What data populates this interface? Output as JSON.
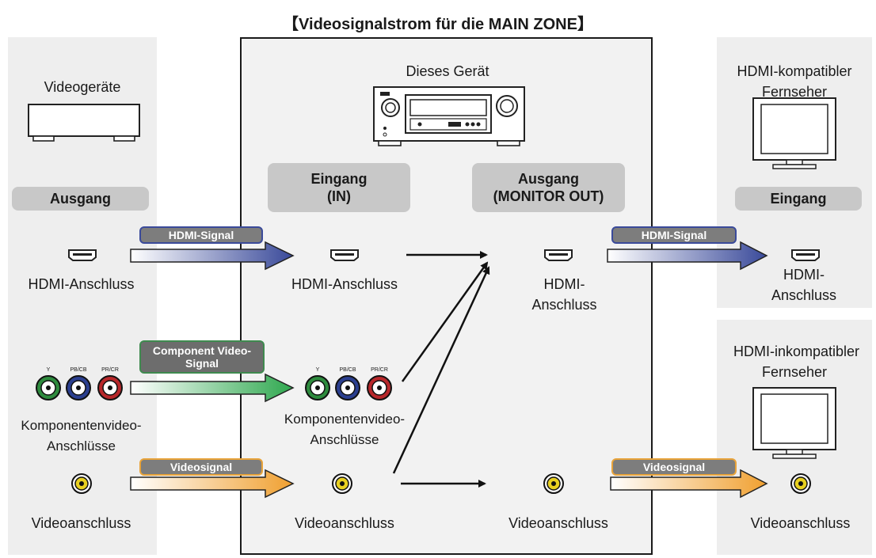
{
  "title": "【Videosignalstrom für die MAIN ZONE】",
  "left": {
    "device_label": "Videogeräte",
    "port_group_label": "Ausgang",
    "hdmi_label": "HDMI-Anschluss",
    "component_label_1": "Komponentenvideo-",
    "component_label_2": "Anschlüsse",
    "video_label": "Videoanschluss"
  },
  "center": {
    "device_label": "Dieses Gerät",
    "input_group_1": "Eingang",
    "input_group_2": "(IN)",
    "output_group_1": "Ausgang",
    "output_group_2": "(MONITOR OUT)",
    "in_hdmi_label": "HDMI-Anschluss",
    "in_component_label_1": "Komponentenvideo-",
    "in_component_label_2": "Anschlüsse",
    "in_video_label": "Videoanschluss",
    "out_hdmi_label_1": "HDMI-",
    "out_hdmi_label_2": "Anschluss",
    "out_video_label": "Videoanschluss"
  },
  "right_top": {
    "device_label_1": "HDMI-kompatibler",
    "device_label_2": "Fernseher",
    "port_group_label": "Eingang",
    "hdmi_label_1": "HDMI-",
    "hdmi_label_2": "Anschluss"
  },
  "right_bottom": {
    "device_label_1": "HDMI-inkompatibler",
    "device_label_2": "Fernseher",
    "video_label": "Videoanschluss"
  },
  "signals": {
    "hdmi": "HDMI-Signal",
    "component_1": "Component Video-",
    "component_2": "Signal",
    "video": "Videosignal"
  },
  "component_jacks": [
    "Y",
    "PB/CB",
    "PR/CR"
  ],
  "colors": {
    "hdmi_arrow": "#3a4a9a",
    "component_arrow": "#2fa84f",
    "video_arrow": "#f0a030",
    "jack_green": "#2e8b3e",
    "jack_blue": "#2b3f8f",
    "jack_red": "#b8282b",
    "jack_yellow": "#e8d020"
  }
}
